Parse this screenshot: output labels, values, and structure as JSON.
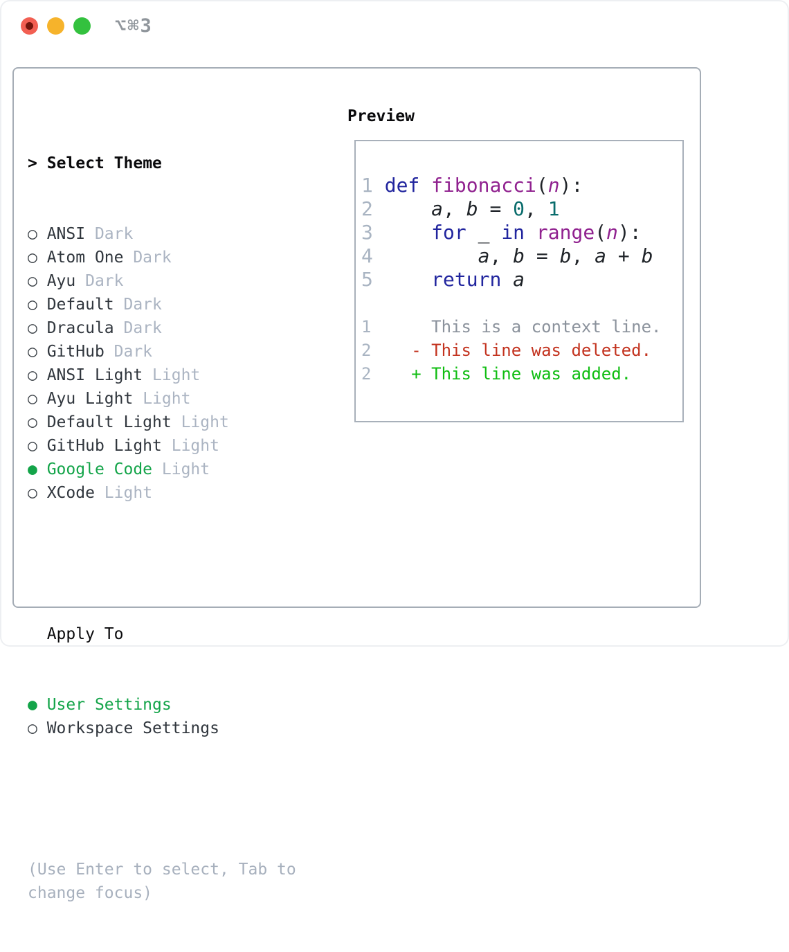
{
  "window": {
    "title": "⌥⌘3"
  },
  "selector": {
    "prompt": ">",
    "title": "Select Theme",
    "themes": [
      {
        "name": "ANSI",
        "variant": "Dark",
        "selected": false
      },
      {
        "name": "Atom One",
        "variant": "Dark",
        "selected": false
      },
      {
        "name": "Ayu",
        "variant": "Dark",
        "selected": false
      },
      {
        "name": "Default",
        "variant": "Dark",
        "selected": false
      },
      {
        "name": "Dracula",
        "variant": "Dark",
        "selected": false
      },
      {
        "name": "GitHub",
        "variant": "Dark",
        "selected": false
      },
      {
        "name": "ANSI Light",
        "variant": "Light",
        "selected": false
      },
      {
        "name": "Ayu Light",
        "variant": "Light",
        "selected": false
      },
      {
        "name": "Default Light",
        "variant": "Light",
        "selected": false
      },
      {
        "name": "GitHub Light",
        "variant": "Light",
        "selected": false
      },
      {
        "name": "Google Code",
        "variant": "Light",
        "selected": true
      },
      {
        "name": "XCode",
        "variant": "Light",
        "selected": false
      }
    ],
    "apply_to": {
      "title": "Apply To",
      "options": [
        {
          "label": "User Settings",
          "selected": true
        },
        {
          "label": "Workspace Settings",
          "selected": false
        }
      ]
    },
    "help": "(Use Enter to select, Tab to change focus)"
  },
  "preview": {
    "title": "Preview",
    "code_lines": [
      {
        "num": "1",
        "tokens": [
          {
            "t": "def",
            "c": "keyword"
          },
          {
            "t": " ",
            "c": "plain"
          },
          {
            "t": "fibonacci",
            "c": "function"
          },
          {
            "t": "(",
            "c": "plain"
          },
          {
            "t": "n",
            "c": "param"
          },
          {
            "t": "):",
            "c": "plain"
          }
        ]
      },
      {
        "num": "2",
        "tokens": [
          {
            "t": "    ",
            "c": "plain"
          },
          {
            "t": "a",
            "c": "var"
          },
          {
            "t": ", ",
            "c": "plain"
          },
          {
            "t": "b",
            "c": "var"
          },
          {
            "t": " = ",
            "c": "plain"
          },
          {
            "t": "0",
            "c": "number"
          },
          {
            "t": ", ",
            "c": "plain"
          },
          {
            "t": "1",
            "c": "number"
          }
        ]
      },
      {
        "num": "3",
        "tokens": [
          {
            "t": "    ",
            "c": "plain"
          },
          {
            "t": "for",
            "c": "keyword"
          },
          {
            "t": " _ ",
            "c": "plain"
          },
          {
            "t": "in",
            "c": "keyword"
          },
          {
            "t": " ",
            "c": "plain"
          },
          {
            "t": "range",
            "c": "function"
          },
          {
            "t": "(",
            "c": "plain"
          },
          {
            "t": "n",
            "c": "param"
          },
          {
            "t": "):",
            "c": "plain"
          }
        ]
      },
      {
        "num": "4",
        "tokens": [
          {
            "t": "        ",
            "c": "plain"
          },
          {
            "t": "a",
            "c": "var"
          },
          {
            "t": ", ",
            "c": "plain"
          },
          {
            "t": "b",
            "c": "var"
          },
          {
            "t": " = ",
            "c": "plain"
          },
          {
            "t": "b",
            "c": "var"
          },
          {
            "t": ", ",
            "c": "plain"
          },
          {
            "t": "a",
            "c": "var"
          },
          {
            "t": " + ",
            "c": "plain"
          },
          {
            "t": "b",
            "c": "var"
          }
        ]
      },
      {
        "num": "5",
        "tokens": [
          {
            "t": "    ",
            "c": "plain"
          },
          {
            "t": "return",
            "c": "keyword"
          },
          {
            "t": " ",
            "c": "plain"
          },
          {
            "t": "a",
            "c": "var"
          }
        ]
      }
    ],
    "diff_lines": [
      {
        "num": "1",
        "sign": " ",
        "text": "This is a context line.",
        "kind": "context"
      },
      {
        "num": "2",
        "sign": "-",
        "text": "This line was deleted.",
        "kind": "deleted"
      },
      {
        "num": "2",
        "sign": "+",
        "text": "This line was added.",
        "kind": "added"
      }
    ]
  },
  "colors": {
    "selected_green": "#13a449",
    "added_green": "#0fbd11",
    "deleted_red": "#c3331f",
    "context_gray": "#8b929c",
    "keyword_blue": "#21259e",
    "function_purple": "#90218f",
    "number_teal": "#096c6c",
    "variant_gray": "#abb4c2",
    "line_number_gray": "#a9b4c2",
    "panel_border_gray": "#a5adb6",
    "traffic_red": "#f25f52",
    "traffic_yellow": "#f6b32b",
    "traffic_green": "#33c13e"
  }
}
